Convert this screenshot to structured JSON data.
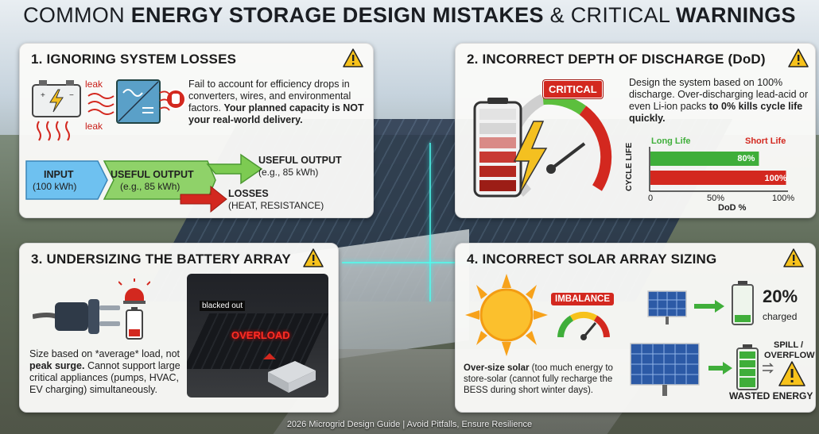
{
  "title": {
    "part1": "COMMON ",
    "part2": "ENERGY STORAGE DESIGN MISTAKES",
    "part3": " & CRITICAL ",
    "part4": "WARNINGS"
  },
  "panel1": {
    "title": "1. IGNORING SYSTEM LOSSES",
    "leak_label": "leak",
    "desc_plain": "Fail to account for efficiency drops in converters, wires, and environmental factors. ",
    "desc_bold": "Your planned capacity is NOT your real-world delivery.",
    "input_label": "INPUT",
    "input_value": "(100 kWh)",
    "useful_label": "USEFUL OUTPUT",
    "useful_value": "(e.g., 85 kWh)",
    "useful_label2": "USEFUL OUTPUT",
    "useful_value2": "(e.g., 85 kWh)",
    "losses_label": "LOSSES",
    "losses_value": "(HEAT, RESISTANCE)"
  },
  "panel2": {
    "title": "2. INCORRECT DEPTH OF DISCHARGE (DoD)",
    "critical_label": "CRITICAL",
    "desc_plain": "Design the system based on 100% discharge. Over-discharging lead-acid or even Li-ion packs ",
    "desc_bold": "to 0% kills cycle life quickly.",
    "long_life": "Long Life",
    "short_life": "Short Life",
    "y_axis": "CYCLE LIFE",
    "x_axis": "DoD %",
    "ticks": [
      "0",
      "50%",
      "100%"
    ],
    "bar1_label": "80%",
    "bar2_label": "100%",
    "bar1_value": 80,
    "bar2_value": 100,
    "bar1_color": "#3fae3a",
    "bar2_color": "#d3281f"
  },
  "panel3": {
    "title": "3. UNDERSIZING THE BATTERY ARRAY",
    "blackout_label": "blacked out",
    "overload_label": "OVERLOAD",
    "desc_plain1": "Size based on *average* load, not ",
    "desc_bold": "peak surge.",
    "desc_plain2": " Cannot support large critical appliances (pumps, HVAC, EV charging) simultaneously."
  },
  "panel4": {
    "title": "4. INCORRECT SOLAR ARRAY SIZING",
    "imbalance_label": "IMBALANCE",
    "desc_bold": "Over-size solar",
    "desc_plain": " (too much energy to store-solar (cannot fully recharge the BESS during short winter days).",
    "pct_value": "20%",
    "pct_label": "charged",
    "spill_label": "SPILL /",
    "overflow_label": "OVERFLOW",
    "wasted_label": "WASTED ENERGY"
  },
  "footer": "2026 Microgrid Design Guide | Avoid Pitfalls, Ensure Resilience",
  "colors": {
    "warning_yellow": "#f7c21b",
    "critical_red": "#d3281f",
    "green": "#3fae3a",
    "arrow_blue": "#5db7ea"
  }
}
